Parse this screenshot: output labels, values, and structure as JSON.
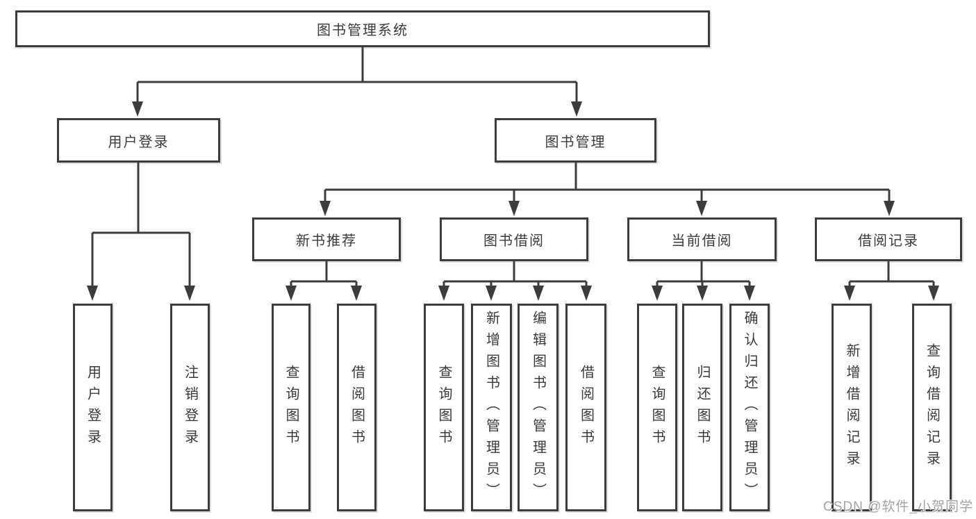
{
  "diagram": {
    "root": "图书管理系统",
    "branches": [
      {
        "label": "用户登录",
        "children": [
          "用户登录",
          "注销登录"
        ]
      },
      {
        "label": "图书管理",
        "groups": [
          {
            "label": "新书推荐",
            "children": [
              "查询图书",
              "借阅图书"
            ]
          },
          {
            "label": "图书借阅",
            "children": [
              "查询图书",
              "新增图书（管理员）",
              "编辑图书（管理员）",
              "借阅图书"
            ]
          },
          {
            "label": "当前借阅",
            "children": [
              "查询图书",
              "归还图书",
              "确认归还（管理员）"
            ]
          },
          {
            "label": "借阅记录",
            "children": [
              "新增借阅记录",
              "查询借阅记录"
            ]
          }
        ]
      }
    ]
  },
  "watermark": "CSDN @软件_小贺同学",
  "colors": {
    "line": "#3c3c3c",
    "text": "#3a3a3a",
    "box_fill": "#ffffff",
    "watermark": "#9e9e9e",
    "background": "#ffffff"
  }
}
